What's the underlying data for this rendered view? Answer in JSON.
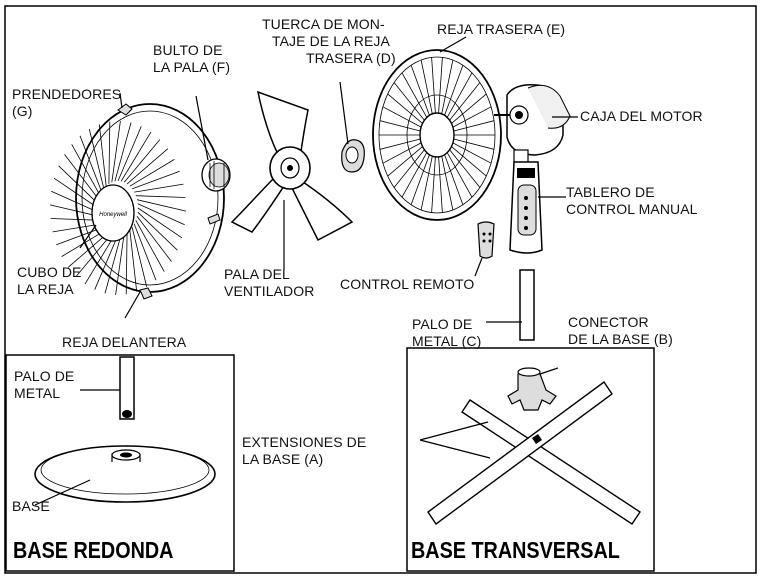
{
  "labels": {
    "prendedores": [
      "PRENDEDORES",
      "(G)"
    ],
    "bulto": [
      "BULTO DE",
      "LA PALA (F)"
    ],
    "tuerca": [
      "TUERCA DE MON-",
      "TAJE DE LA REJA",
      "TRASERA (D)"
    ],
    "reja_trasera": "REJA TRASERA (E)",
    "caja_motor": "CAJA DEL MOTOR",
    "tablero": [
      "TABLERO DE",
      "CONTROL MANUAL"
    ],
    "cubo": [
      "CUBO DE",
      "LA REJA"
    ],
    "pala": [
      "PALA DEL",
      "VENTILADOR"
    ],
    "control_remoto": "CONTROL REMOTO",
    "reja_delantera": "REJA DELANTERA",
    "palo_metal_c": [
      "PALO DE",
      "METAL (C)"
    ],
    "conector": [
      "CONECTOR",
      "DE LA BASE (B)"
    ],
    "palo_metal": [
      "PALO DE",
      "METAL"
    ],
    "extensiones": [
      "EXTENSIONES DE",
      "LA BASE (A)"
    ],
    "base": "BASE",
    "base_redonda": "BASE REDONDA",
    "base_transversal": "BASE TRANSVERSAL",
    "brand_logo": "Honeywell"
  }
}
